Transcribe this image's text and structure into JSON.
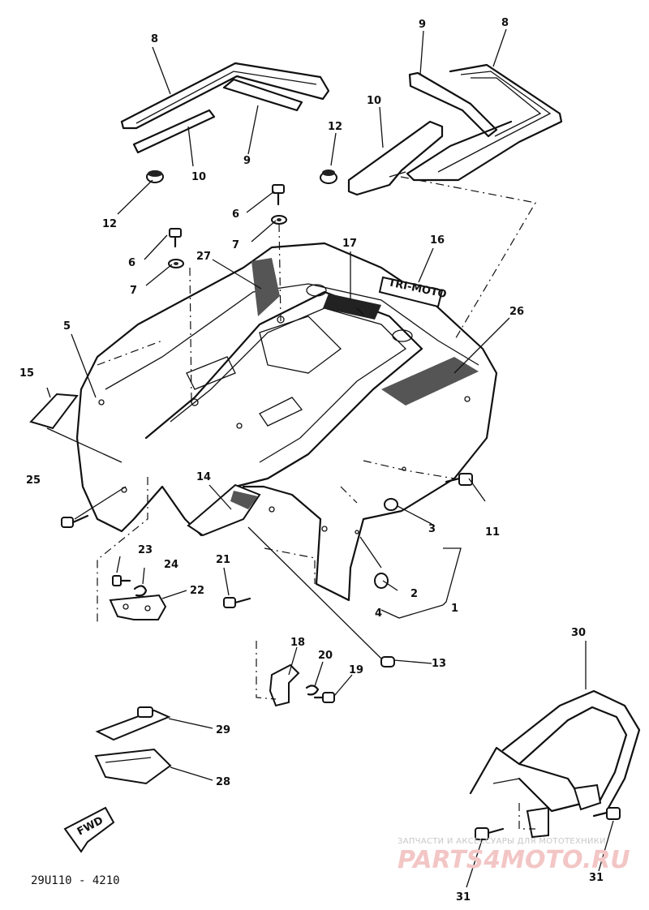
{
  "callouts": [
    {
      "id": "c8a",
      "text": "8"
    },
    {
      "id": "c9a",
      "text": "9"
    },
    {
      "id": "c8b",
      "text": "8"
    },
    {
      "id": "c10a",
      "text": "10"
    },
    {
      "id": "c12a",
      "text": "12"
    },
    {
      "id": "c9b",
      "text": "9"
    },
    {
      "id": "c10b",
      "text": "10"
    },
    {
      "id": "c12b",
      "text": "12"
    },
    {
      "id": "c6a",
      "text": "6"
    },
    {
      "id": "c7a",
      "text": "7"
    },
    {
      "id": "c17",
      "text": "17"
    },
    {
      "id": "c16",
      "text": "16"
    },
    {
      "id": "c6b",
      "text": "6"
    },
    {
      "id": "c27",
      "text": "27"
    },
    {
      "id": "c7b",
      "text": "7"
    },
    {
      "id": "c26",
      "text": "26"
    },
    {
      "id": "c5",
      "text": "5"
    },
    {
      "id": "c15",
      "text": "15"
    },
    {
      "id": "c25",
      "text": "25"
    },
    {
      "id": "c14",
      "text": "14"
    },
    {
      "id": "c11",
      "text": "11"
    },
    {
      "id": "c3",
      "text": "3"
    },
    {
      "id": "c23",
      "text": "23"
    },
    {
      "id": "c24",
      "text": "24"
    },
    {
      "id": "c22",
      "text": "22"
    },
    {
      "id": "c21",
      "text": "21"
    },
    {
      "id": "c2",
      "text": "2"
    },
    {
      "id": "c4",
      "text": "4"
    },
    {
      "id": "c1",
      "text": "1"
    },
    {
      "id": "c30",
      "text": "30"
    },
    {
      "id": "c18",
      "text": "18"
    },
    {
      "id": "c20",
      "text": "20"
    },
    {
      "id": "c13",
      "text": "13"
    },
    {
      "id": "c19",
      "text": "19"
    },
    {
      "id": "c29",
      "text": "29"
    },
    {
      "id": "c28",
      "text": "28"
    },
    {
      "id": "c31a",
      "text": "31"
    },
    {
      "id": "c31b",
      "text": "31"
    }
  ],
  "fwd_label": "FWD",
  "emblem_text": "TRI-MOTO",
  "drawing_code": "29U110 - 4210",
  "watermark": {
    "tagline": "ЗАПЧАСТИ И АКСЕССУАРЫ ДЛЯ МОТОТЕХНИКИ",
    "brand": "PARTS4MOTO.RU"
  }
}
